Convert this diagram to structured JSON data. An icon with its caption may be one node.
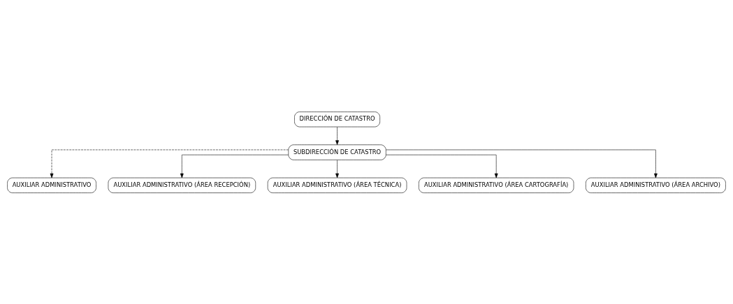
{
  "diagram": {
    "nodes": [
      {
        "text": [
          "DIRECCIÓN DE CATASTRO"
        ]
      },
      {
        "text": [
          "SUBDIRECCIÓN DE CATASTRO"
        ]
      },
      {
        "text": [
          "AUXILIAR ADMINISTRATIVO"
        ]
      },
      {
        "text": [
          "AUXILIAR ADMINISTRATIVO (ÁREA RECEPCIÓN)"
        ]
      },
      {
        "text": [
          "AUXILIAR ADMINISTRATIVO (ÁREA TÉCNICA)"
        ]
      },
      {
        "text": [
          "AUXILIAR ADMINISTRATIVO (ÁREA CARTOGRAFÍA)"
        ]
      },
      {
        "text": [
          "AUXILIAR ADMINISTRATIVO (ÁREA ARCHIVO)"
        ]
      }
    ],
    "edges": [
      {
        "from": 0,
        "to": 1,
        "arrow": "to"
      },
      {
        "from": 1,
        "to": 2,
        "arrow": "to",
        "style": "dashed"
      },
      {
        "from": 1,
        "to": 3,
        "arrow": "to"
      },
      {
        "from": 1,
        "to": 4,
        "arrow": "to"
      },
      {
        "from": 1,
        "to": 5,
        "arrow": "to"
      },
      {
        "from": 1,
        "to": 6,
        "arrow": "to"
      }
    ]
  }
}
